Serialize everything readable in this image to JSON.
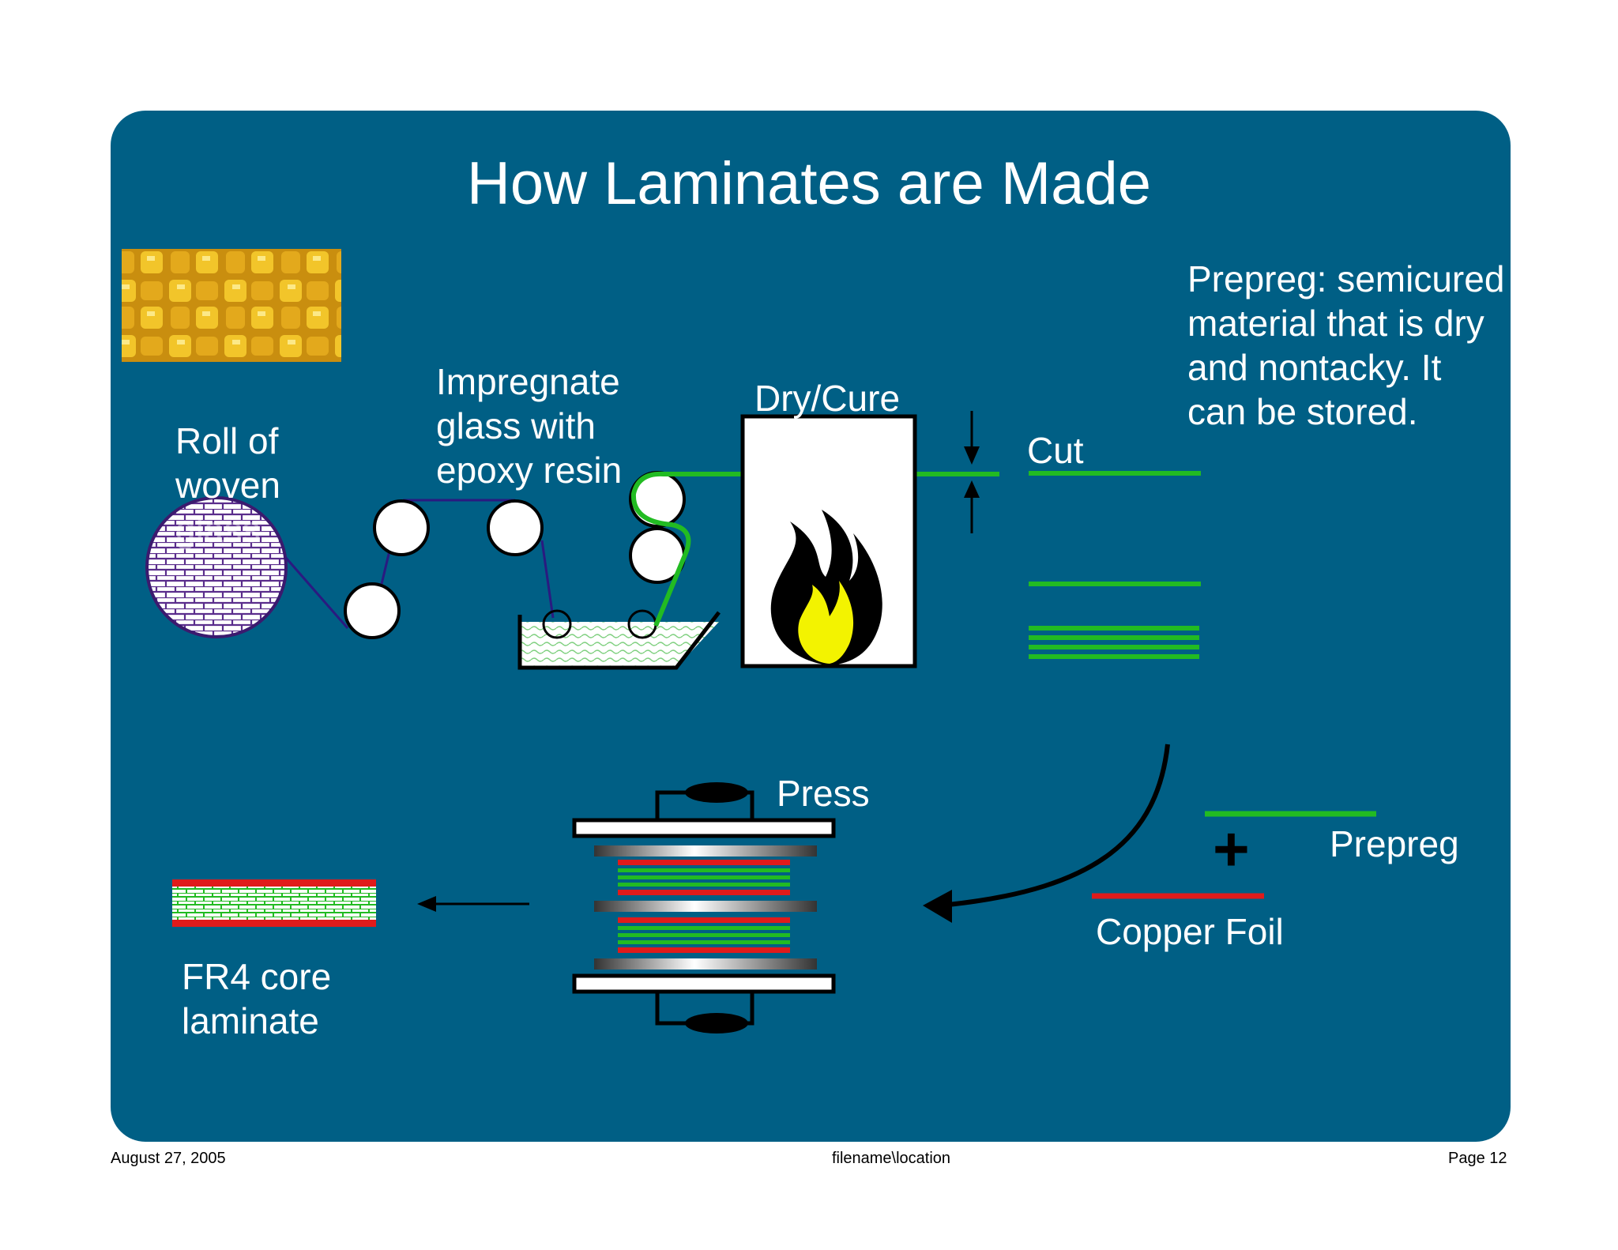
{
  "slide": {
    "title": "How Laminates are Made",
    "labels": {
      "roll": [
        "Roll of",
        "woven",
        "glass"
      ],
      "impregnate": [
        "Impregnate",
        "glass with",
        "epoxy resin"
      ],
      "dry_cure": "Dry/Cure",
      "cut": "Cut",
      "prepreg_note": [
        "Prepreg: semicured",
        "material that is dry",
        "and nontacky. It",
        "can be stored."
      ],
      "press": "Press",
      "prepreg": "Prepreg",
      "plus": "+",
      "copper_foil": "Copper Foil",
      "fr4": [
        "FR4 core",
        "laminate"
      ]
    }
  },
  "footer": {
    "date": "August 27, 2005",
    "location": "filename\\location",
    "page": "Page 12"
  },
  "colors": {
    "panel": "#005f85",
    "prepreg_green": "#22bb22",
    "copper_red": "#e01b1b",
    "glass_purple": "#5a2d8c",
    "flame_yellow": "#f3f300"
  }
}
